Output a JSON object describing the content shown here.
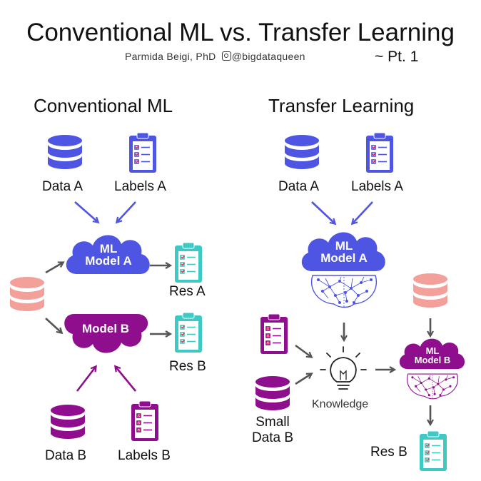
{
  "header": {
    "title": "Conventional ML vs. Transfer Learning",
    "author": "Parmida Beigi, PhD",
    "handle": "@bigdataqueen",
    "part": "~ Pt. 1"
  },
  "conventional": {
    "heading": "Conventional ML",
    "data_a": "Data A",
    "labels_a": "Labels A",
    "model_a_line1": "ML",
    "model_a_line2": "Model A",
    "res_a": "Res A",
    "model_b": "Model B",
    "res_b": "Res B",
    "data_b": "Data B",
    "labels_b": "Labels B"
  },
  "transfer": {
    "heading": "Transfer Learning",
    "data_a": "Data A",
    "labels_a": "Labels A",
    "model_a_line1": "ML",
    "model_a_line2": "Model A",
    "knowledge": "Knowledge",
    "small_line1": "Small",
    "small_line2": "Data B",
    "model_b_line1": "ML",
    "model_b_line2": "Model B",
    "res_b": "Res B"
  },
  "colors": {
    "blue": "#4f55e3",
    "purple": "#8e0e8e",
    "salmon": "#f4a09a",
    "teal": "#3fc9c4",
    "arrow_gray": "#555555"
  }
}
